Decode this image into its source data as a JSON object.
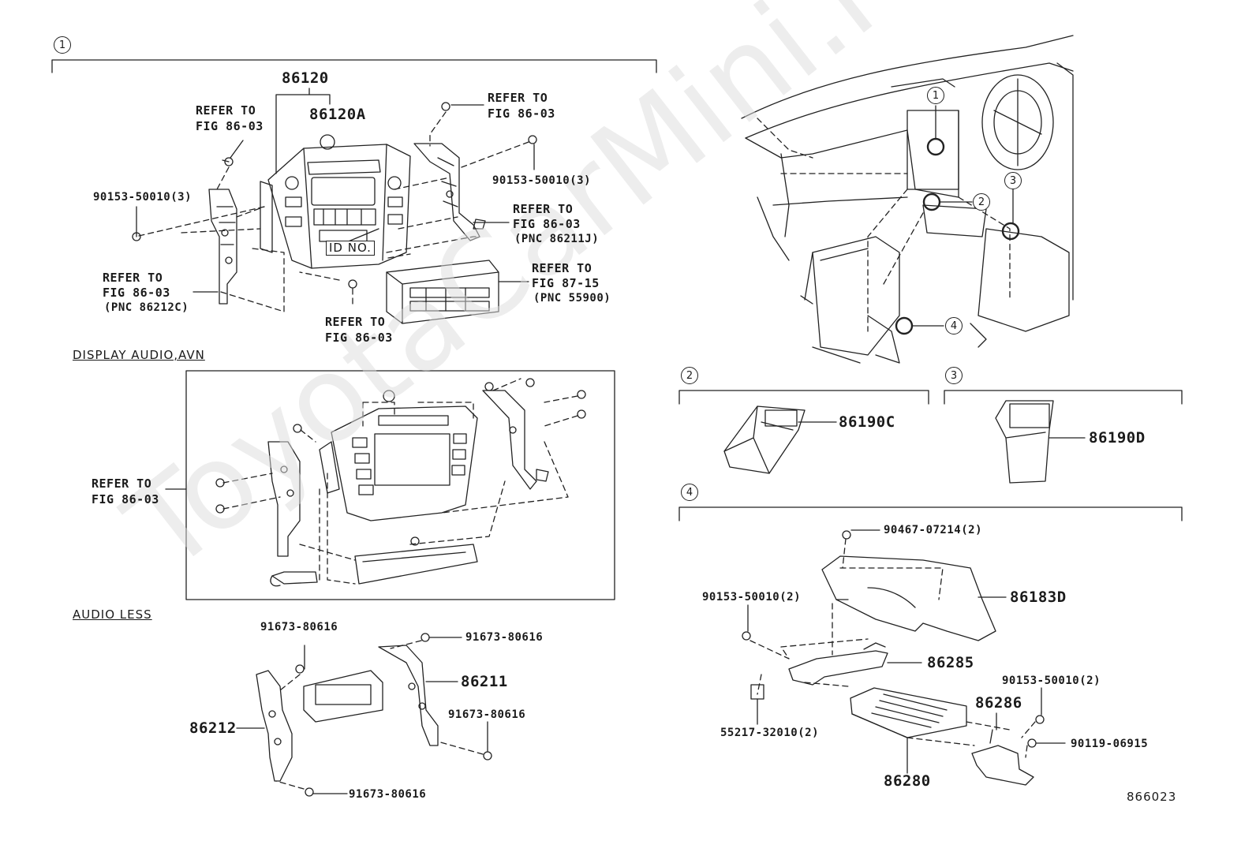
{
  "watermark": "ToyotaCarMini.ru",
  "sections": {
    "s1": "1",
    "s2": "2",
    "s3": "3",
    "s4": "4"
  },
  "loc_markers": [
    "1",
    "2",
    "3",
    "4"
  ],
  "subtitles": {
    "display_audio": "DISPLAY AUDIO,AVN",
    "audio_less": "AUDIO LESS"
  },
  "labels": {
    "p86120": "86120",
    "p86120A": "86120A",
    "refer_tl_1": "REFER TO",
    "refer_tl_2": "FIG 86-03",
    "refer_tr_1": "REFER TO",
    "refer_tr_2": "FIG 86-03",
    "bolt_left": "90153-50010(3)",
    "bolt_right": "90153-50010(3)",
    "refer_r2_1": "REFER TO",
    "refer_r2_2": "FIG 86-03",
    "refer_r2_3": "(PNC 86211J)",
    "refer_l2_1": "REFER TO",
    "refer_l2_2": "FIG 86-03",
    "refer_l2_3": "(PNC 86212C)",
    "id_no": "ID NO.",
    "refer_r3_1": "REFER TO",
    "refer_r3_2": "FIG 87-15",
    "refer_r3_3": "(PNC 55900)",
    "refer_b_1": "REFER TO",
    "refer_b_2": "FIG 86-03",
    "refer_box_1": "REFER TO",
    "refer_box_2": "FIG 86-03",
    "al_top_l": "91673-80616",
    "al_top_r": "91673-80616",
    "p86211": "86211",
    "al_mid_r": "91673-80616",
    "p86212": "86212",
    "al_bot": "91673-80616",
    "p86190C": "86190C",
    "p86190D": "86190D",
    "b90467": "90467-07214(2)",
    "p86183D": "86183D",
    "b90153_2a": "90153-50010(2)",
    "p86285": "86285",
    "b90153_2b": "90153-50010(2)",
    "p86286": "86286",
    "b55217": "55217-32010(2)",
    "b90119": "90119-06915",
    "p86280": "86280",
    "fig_no": "866023"
  }
}
